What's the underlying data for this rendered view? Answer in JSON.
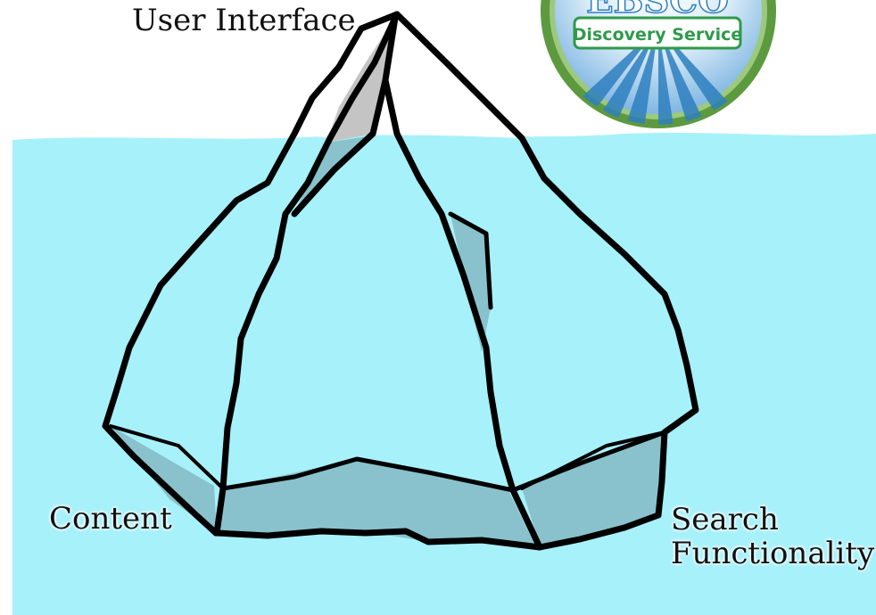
{
  "labels": {
    "user_interface": "User Interface",
    "content": "Content",
    "search_line1": "Search",
    "search_line2": "Functionality"
  },
  "logo": {
    "brand": "EBSCO",
    "tagline": "Discovery Service"
  },
  "colors": {
    "water": "#a7f1fb",
    "ice_face": "#ffffff",
    "ice_shadow": "#c4c4c4",
    "submerged_shadow": "#89c2cc",
    "outline": "#000000",
    "logo_green": "#5d9a3f",
    "logo_blue": "#2e7fc0"
  }
}
